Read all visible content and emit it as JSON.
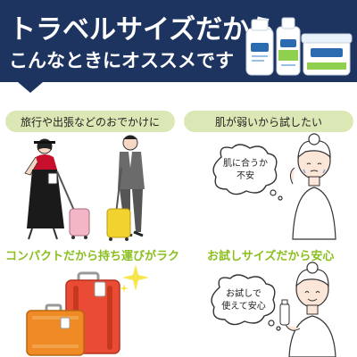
{
  "header": {
    "title": "トラベルサイズだから",
    "subtitle": "こんなときにオススメです",
    "brand_color": "#1d3461"
  },
  "panels": {
    "top_left_label": "旅行や出張などのおでかけに",
    "top_right_label": "肌が弱いから試したい",
    "bottom_left_caption": "コンパクトだから持ち運びがラク",
    "bottom_right_caption": "お試しサイズだから安心",
    "bubble_worry_line1": "肌に合うか",
    "bubble_worry_line2": "不安",
    "bubble_relief_line1": "お試しで",
    "bubble_relief_line2": "使えて安心"
  },
  "colors": {
    "label_bg": "#dbe8b5",
    "caption_green": "#8bbf1f",
    "suitcase_orange": "#f08a24",
    "suitcase_red": "#e94b35",
    "suitcase_yellow": "#f2d22e",
    "dress_black": "#1a1a1a",
    "scarf_red": "#c8102e"
  },
  "icons": [
    "product-bottle-icon",
    "travel-woman-icon",
    "businessman-icon",
    "suitcase-icon",
    "sparkle-icon",
    "thinking-woman-icon",
    "thought-bubble-icon"
  ]
}
